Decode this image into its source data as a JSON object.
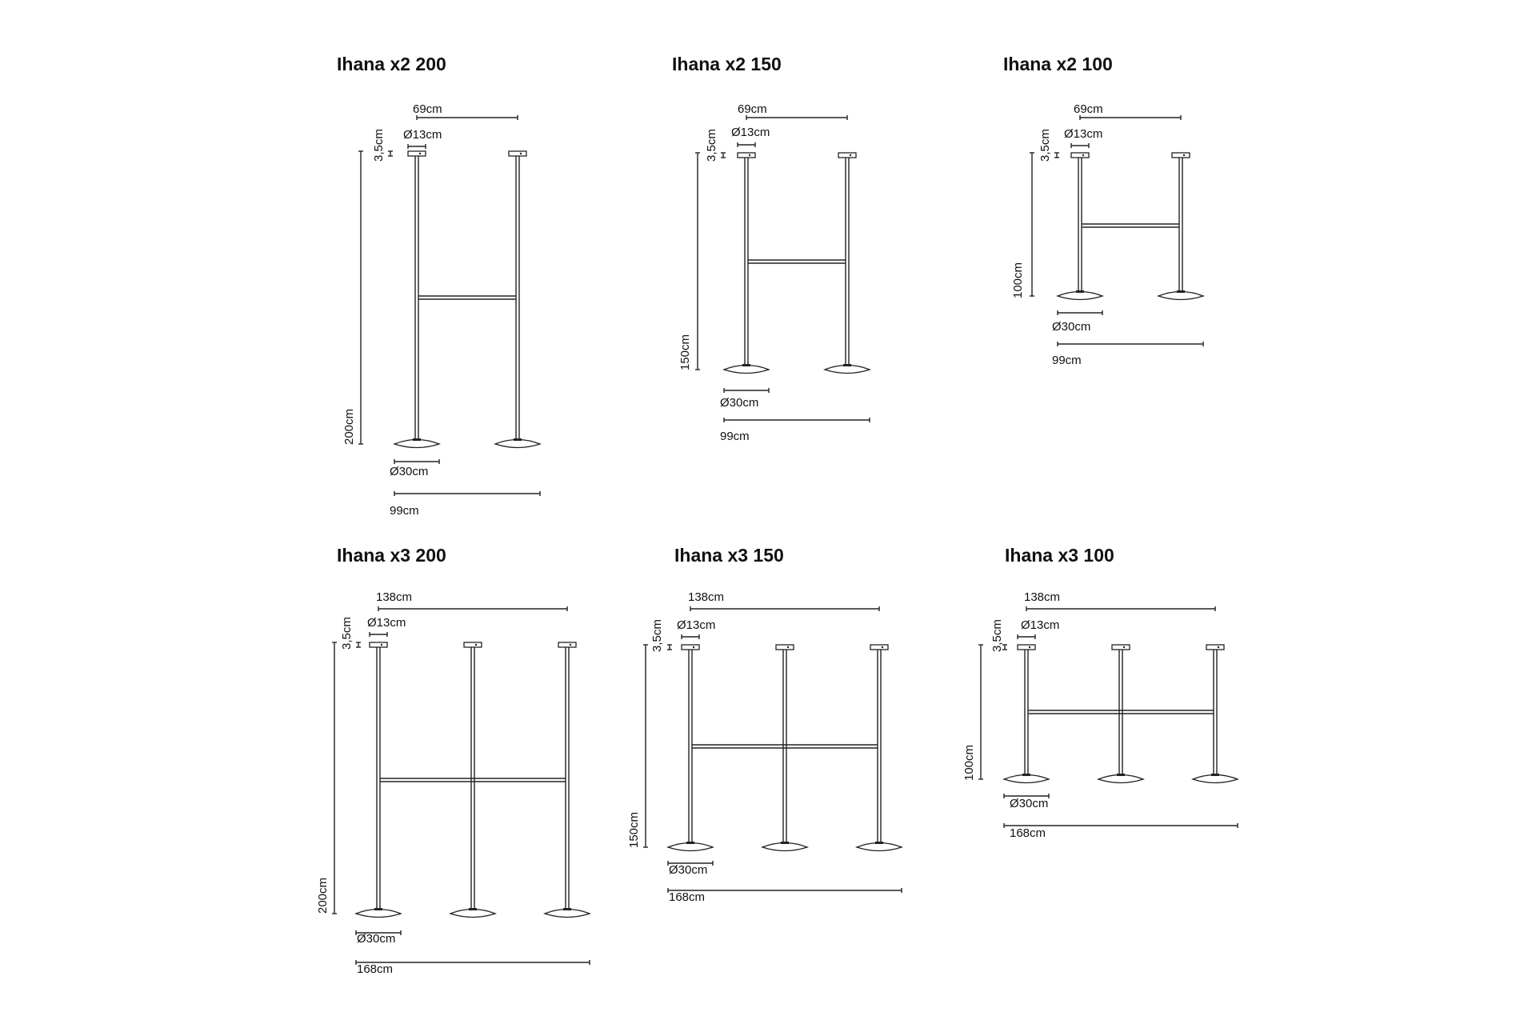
{
  "colors": {
    "line": "#222222",
    "text": "#111111",
    "background": "#ffffff"
  },
  "diagrams": [
    {
      "title": "Ihana x2 200",
      "count": 2,
      "height_label": "200cm",
      "canopy_height_label": "3,5cm",
      "canopy_diameter_label": "Ø13cm",
      "base_diameter_label": "Ø30cm",
      "spacing_label": "69cm",
      "width_label": "99cm"
    },
    {
      "title": "Ihana x2 150",
      "count": 2,
      "height_label": "150cm",
      "canopy_height_label": "3,5cm",
      "canopy_diameter_label": "Ø13cm",
      "base_diameter_label": "Ø30cm",
      "spacing_label": "69cm",
      "width_label": "99cm"
    },
    {
      "title": "Ihana x2 100",
      "count": 2,
      "height_label": "100cm",
      "canopy_height_label": "3,5cm",
      "canopy_diameter_label": "Ø13cm",
      "base_diameter_label": "Ø30cm",
      "spacing_label": "69cm",
      "width_label": "99cm"
    },
    {
      "title": "Ihana x3 200",
      "count": 3,
      "height_label": "200cm",
      "canopy_height_label": "3,5cm",
      "canopy_diameter_label": "Ø13cm",
      "base_diameter_label": "Ø30cm",
      "spacing_label": "138cm",
      "width_label": "168cm"
    },
    {
      "title": "Ihana x3 150",
      "count": 3,
      "height_label": "150cm",
      "canopy_height_label": "3,5cm",
      "canopy_diameter_label": "Ø13cm",
      "base_diameter_label": "Ø30cm",
      "spacing_label": "138cm",
      "width_label": "168cm"
    },
    {
      "title": "Ihana x3 100",
      "count": 3,
      "height_label": "100cm",
      "canopy_height_label": "3,5cm",
      "canopy_diameter_label": "Ø13cm",
      "base_diameter_label": "Ø30cm",
      "spacing_label": "138cm",
      "width_label": "168cm"
    }
  ]
}
